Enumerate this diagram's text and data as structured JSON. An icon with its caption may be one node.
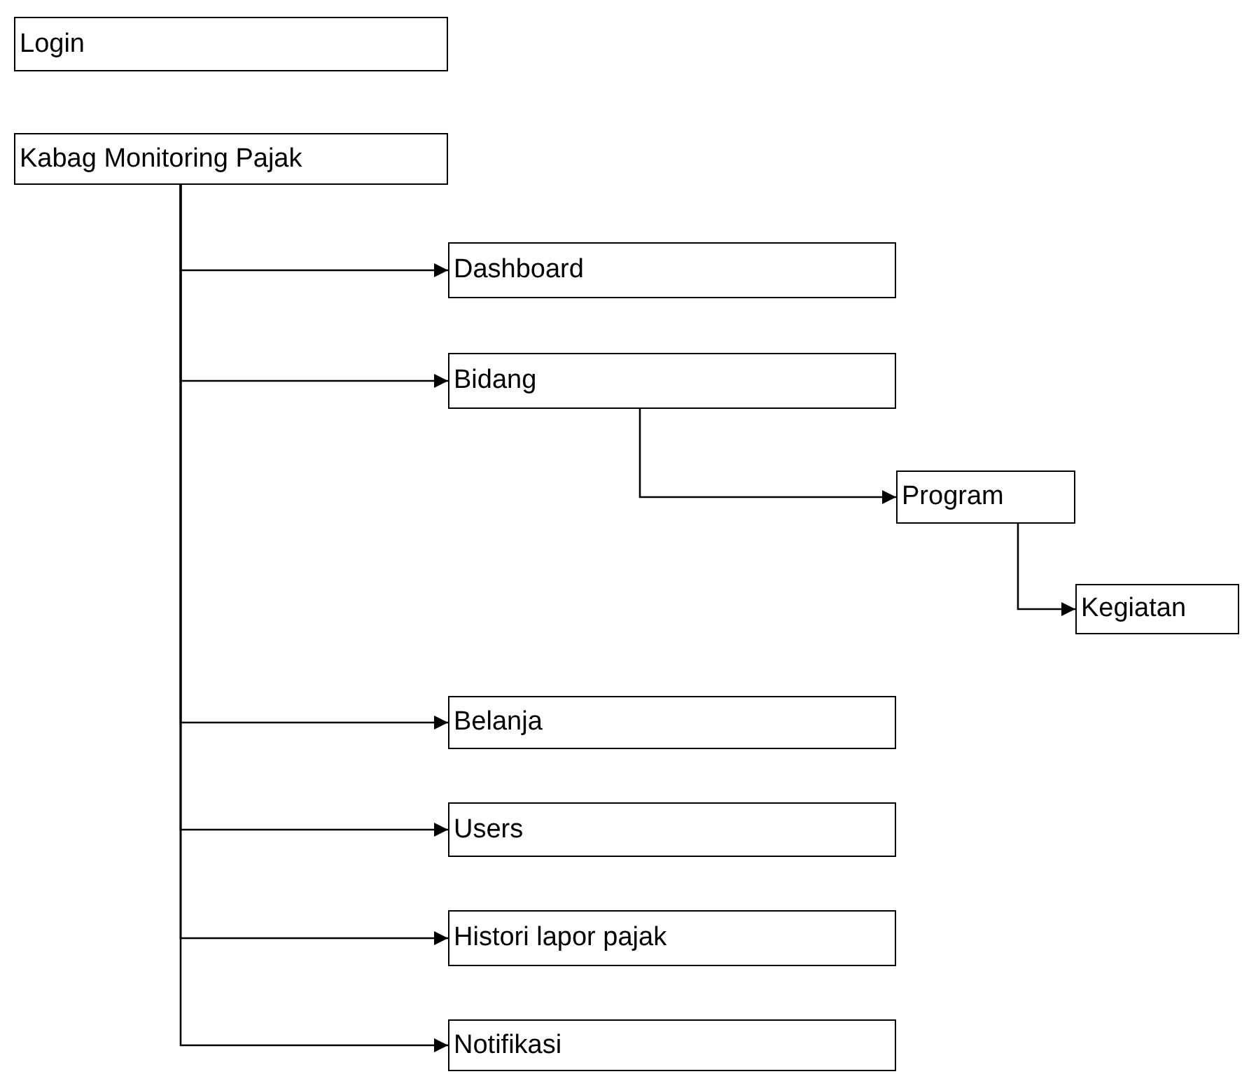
{
  "diagram": {
    "nodes": [
      {
        "text": [
          "Login"
        ]
      },
      {
        "text": [
          "Kabag Monitoring Pajak"
        ]
      },
      {
        "text": [
          "Dashboard"
        ]
      },
      {
        "text": [
          "Bidang"
        ]
      },
      {
        "text": [
          "Program"
        ]
      },
      {
        "text": [
          "Kegiatan"
        ]
      },
      {
        "text": [
          "Belanja"
        ]
      },
      {
        "text": [
          "Users"
        ]
      },
      {
        "text": [
          "Histori lapor pajak"
        ]
      },
      {
        "text": [
          "Notifikasi"
        ]
      }
    ],
    "edges": [
      {
        "from": 1,
        "to": 2,
        "arrow": "to"
      },
      {
        "from": 1,
        "to": 3,
        "arrow": "to"
      },
      {
        "from": 3,
        "to": 4,
        "arrow": "to"
      },
      {
        "from": 4,
        "to": 5,
        "arrow": "to"
      },
      {
        "from": 1,
        "to": 6,
        "arrow": "to"
      },
      {
        "from": 1,
        "to": 7,
        "arrow": "to"
      },
      {
        "from": 1,
        "to": 8,
        "arrow": "to"
      },
      {
        "from": 1,
        "to": 9,
        "arrow": "to"
      }
    ]
  }
}
